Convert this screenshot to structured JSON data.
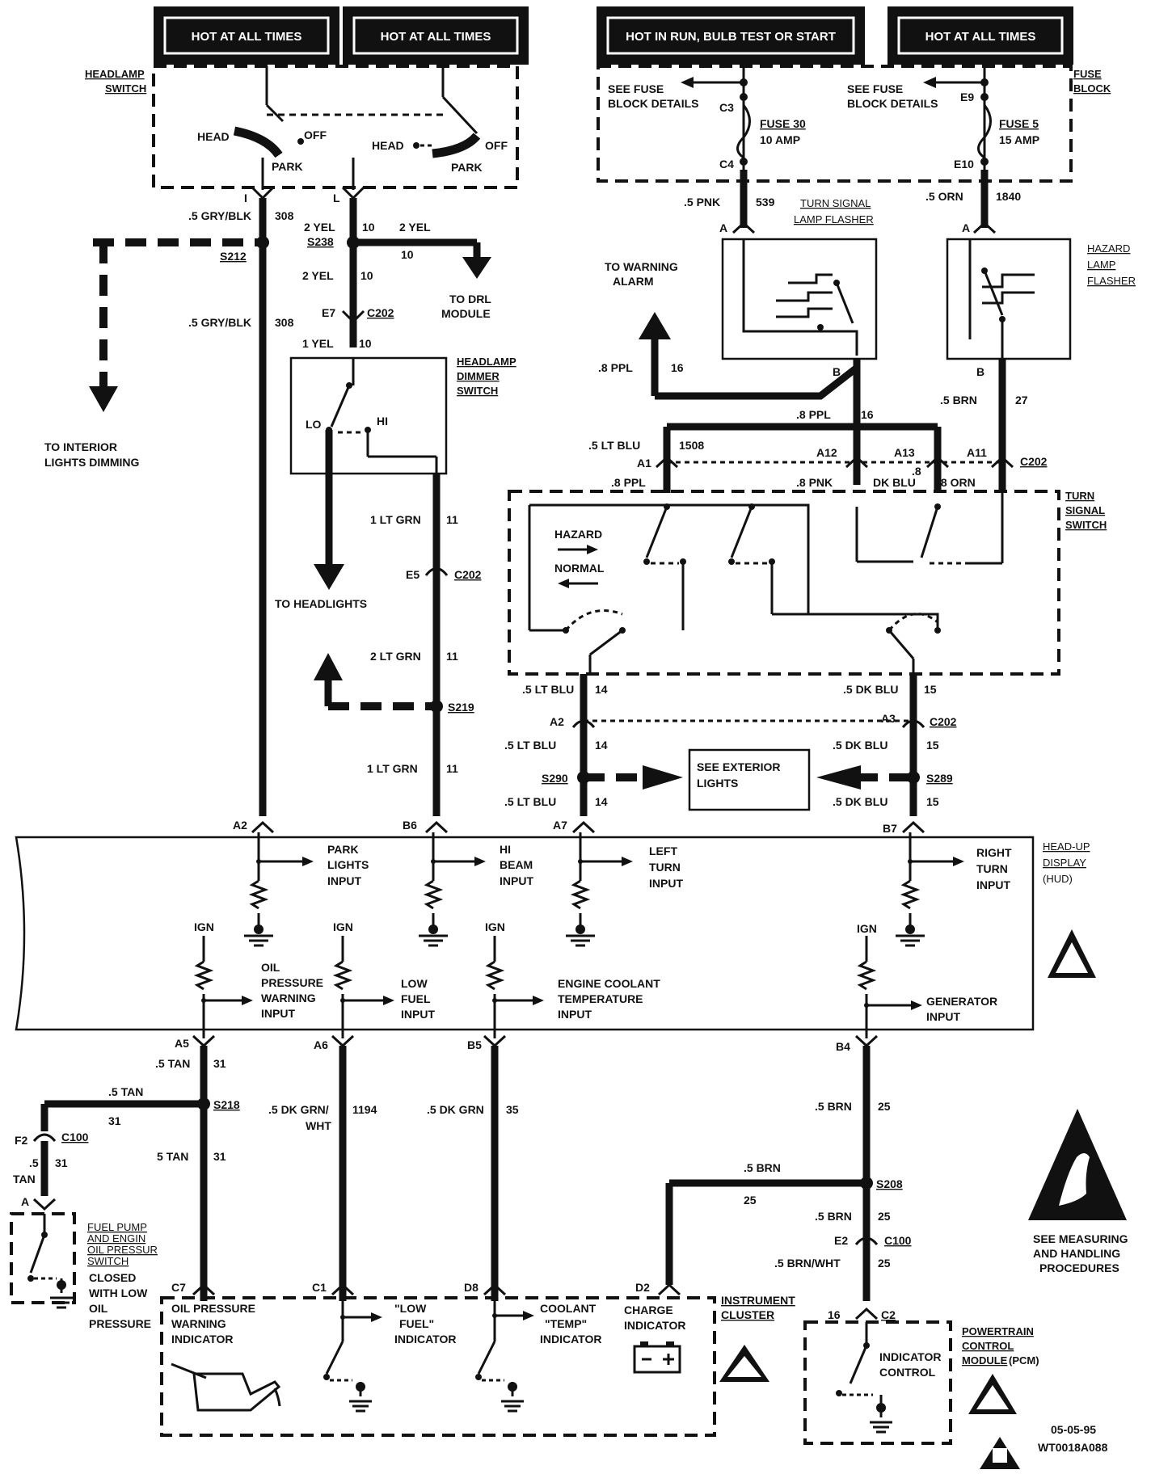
{
  "power": {
    "hot1": "HOT AT ALL TIMES",
    "hot2": "HOT AT ALL TIMES",
    "hot3": "HOT IN RUN, BULB TEST OR START",
    "hot4": "HOT AT ALL TIMES"
  },
  "headlamp_switch": {
    "title1": "HEADLAMP",
    "title2": "SWITCH",
    "head1": "HEAD",
    "off1": "OFF",
    "park1": "PARK",
    "head2": "HEAD",
    "off2": "OFF",
    "park2": "PARK",
    "pin1": "I",
    "pin2": "L"
  },
  "fuse_block": {
    "title1": "FUSE",
    "title2": "BLOCK",
    "see1a": "SEE FUSE",
    "see1b": "BLOCK DETAILS",
    "see2a": "SEE FUSE",
    "see2b": "BLOCK DETAILS",
    "fuse30": "FUSE 30",
    "fuse30amp": "10 AMP",
    "fuse5": "FUSE 5",
    "fuse5amp": "15 AMP",
    "c3": "C3",
    "c4": "C4",
    "e9": "E9",
    "e10": "E10"
  },
  "wires": {
    "w1": ".5 GRY/BLK",
    "w1n": "308",
    "w2a": "2 YEL",
    "w2n": "10",
    "w2b": "2 YEL",
    "w2bn": "10",
    "s212": "S212",
    "s238": "S238",
    "w3": "2 YEL",
    "w3n": "10",
    "drl1": "TO DRL",
    "drl2": "MODULE",
    "w4": ".5 GRY/BLK",
    "w4n": "308",
    "e7": "E7",
    "c202a": "C202",
    "w5": "1 YEL",
    "w5n": "10",
    "int1": "TO INTERIOR",
    "int2": "LIGHTS DIMMING",
    "w6": "1 LT GRN",
    "w6n": "11",
    "e5": "E5",
    "c202b": "C202",
    "toheadlights": "TO HEADLIGHTS",
    "w7": "2 LT GRN",
    "w7n": "11",
    "s219": "S219",
    "w8": "1 LT GRN",
    "w8n": "11",
    "w9": ".5 PNK",
    "w9n": "539",
    "w10": ".5 ORN",
    "w10n": "1840",
    "pinA1": "A",
    "pinA2": "A",
    "warn1": "TO WARNING",
    "warn2": "ALARM",
    "w11": ".8 PPL",
    "w11n": "16",
    "pinB1": "B",
    "pinB2": "B",
    "w12": ".8 PPL",
    "w12n": "16",
    "w13": ".5 BRN",
    "w13n": "27",
    "w14": ".5 LT BLU",
    "w14n": "1508",
    "a1": "A1",
    "a12": "A12",
    "a13": "A13",
    "a11": "A11",
    "c202c": "C202",
    "w15": ".8 PPL",
    "w16": ".8 PNK",
    "w17": "DK BLU",
    "w17n": ".8",
    "w18": ".8 ORN",
    "w19": ".5 LT BLU",
    "w19n": "14",
    "w20": ".5 DK BLU",
    "w20n": "15",
    "a2": "A2",
    "a3": "A3",
    "c202d": "C202",
    "w21": ".5 LT BLU",
    "w21n": "14",
    "w22": ".5 DK BLU",
    "w22n": "15",
    "s290": "S290",
    "s289": "S289",
    "ext1": "SEE EXTERIOR",
    "ext2": "LIGHTS",
    "w23": ".5 LT BLU",
    "w23n": "14",
    "w24": ".5 DK BLU",
    "w24n": "15"
  },
  "flashers": {
    "turn1": "TURN SIGNAL",
    "turn2": "LAMP FLASHER",
    "haz1": "HAZARD",
    "haz2": "LAMP",
    "haz3": "FLASHER"
  },
  "dimmer": {
    "t1": "HEADLAMP",
    "t2": "DIMMER",
    "t3": "SWITCH",
    "lo": "LO",
    "hi": "HI"
  },
  "turn_switch": {
    "t1": "TURN",
    "t2": "SIGNAL",
    "t3": "SWITCH",
    "hazard": "HAZARD",
    "normal": "NORMAL"
  },
  "hud": {
    "t1": "HEAD-UP",
    "t2": "DISPLAY",
    "t3": "(HUD)",
    "a2": "A2",
    "b6": "B6",
    "a7": "A7",
    "b7": "B7",
    "park1": "PARK",
    "park2": "LIGHTS",
    "park3": "INPUT",
    "hi1": "HI",
    "hi2": "BEAM",
    "hi3": "INPUT",
    "lt1": "LEFT",
    "lt2": "TURN",
    "lt3": "INPUT",
    "rt1": "RIGHT",
    "rt2": "TURN",
    "rt3": "INPUT",
    "ign1": "IGN",
    "ign2": "IGN",
    "ign3": "IGN",
    "ign4": "IGN",
    "oil1": "OIL",
    "oil2": "PRESSURE",
    "oil3": "WARNING",
    "oil4": "INPUT",
    "fuel1": "LOW",
    "fuel2": "FUEL",
    "fuel3": "INPUT",
    "ect1": "ENGINE COOLANT",
    "ect2": "TEMPERATURE",
    "ect3": "INPUT",
    "gen1": "GENERATOR",
    "gen2": "INPUT",
    "a5": "A5",
    "a6": "A6",
    "b5": "B5",
    "b4": "B4"
  },
  "lower": {
    "w1": ".5 TAN",
    "w1n": "31",
    "w2": ".5 TAN",
    "w2n": "31",
    "s218": "S218",
    "w3a": ".5 DK GRN/",
    "w3b": "WHT",
    "w3n": "1194",
    "w4": ".5 DK GRN",
    "w4n": "35",
    "w5": ".5 BRN",
    "w5n": "25",
    "f2": "F2",
    "c100a": "C100",
    "w6a": ".5",
    "w6n": "31",
    "w6b": "TAN",
    "w7": "5 TAN",
    "w7n": "31",
    "pinA": "A",
    "fp1": "FUEL PUMP",
    "fp2": "AND ENGIN",
    "fp3": "OIL PRESSUR",
    "fp4": "SWITCH",
    "closed1": "CLOSED",
    "closed2": "WITH   LOW",
    "closed3": "OIL",
    "closed4": "PRESSURE",
    "w8": ".5 BRN",
    "w8n": "25",
    "s208": "S208",
    "w9": ".5 BRN",
    "w9n": "25",
    "e2": "E2",
    "c100b": "C100",
    "w10": ".5 BRN/WHT",
    "w10n": "25",
    "c7": "C7",
    "c1": "C1",
    "d8": "D8",
    "d2": "D2",
    "p16": "16",
    "c2": "C2"
  },
  "cluster": {
    "t1": "INSTRUMENT",
    "t2": "CLUSTER",
    "oil1": "OIL PRESSURE",
    "oil2": "WARNING",
    "oil3": "INDICATOR",
    "fuel1": "\"LOW",
    "fuel2": "FUEL\"",
    "fuel3": "INDICATOR",
    "cool1": "COOLANT",
    "cool2": "\"TEMP\"",
    "cool3": "INDICATOR",
    "chg1": "CHARGE",
    "chg2": "INDICATOR"
  },
  "pcm": {
    "t1": "POWERTRAIN",
    "t2": "CONTROL",
    "t3": "MODULE",
    "t4": "(PCM)",
    "ind1": "INDICATOR",
    "ind2": "CONTROL"
  },
  "esd": {
    "m1": "SEE MEASURING",
    "m2": "AND HANDLING",
    "m3": "PROCEDURES"
  },
  "footer": {
    "date": "05-05-95",
    "code": "WT0018A088"
  }
}
